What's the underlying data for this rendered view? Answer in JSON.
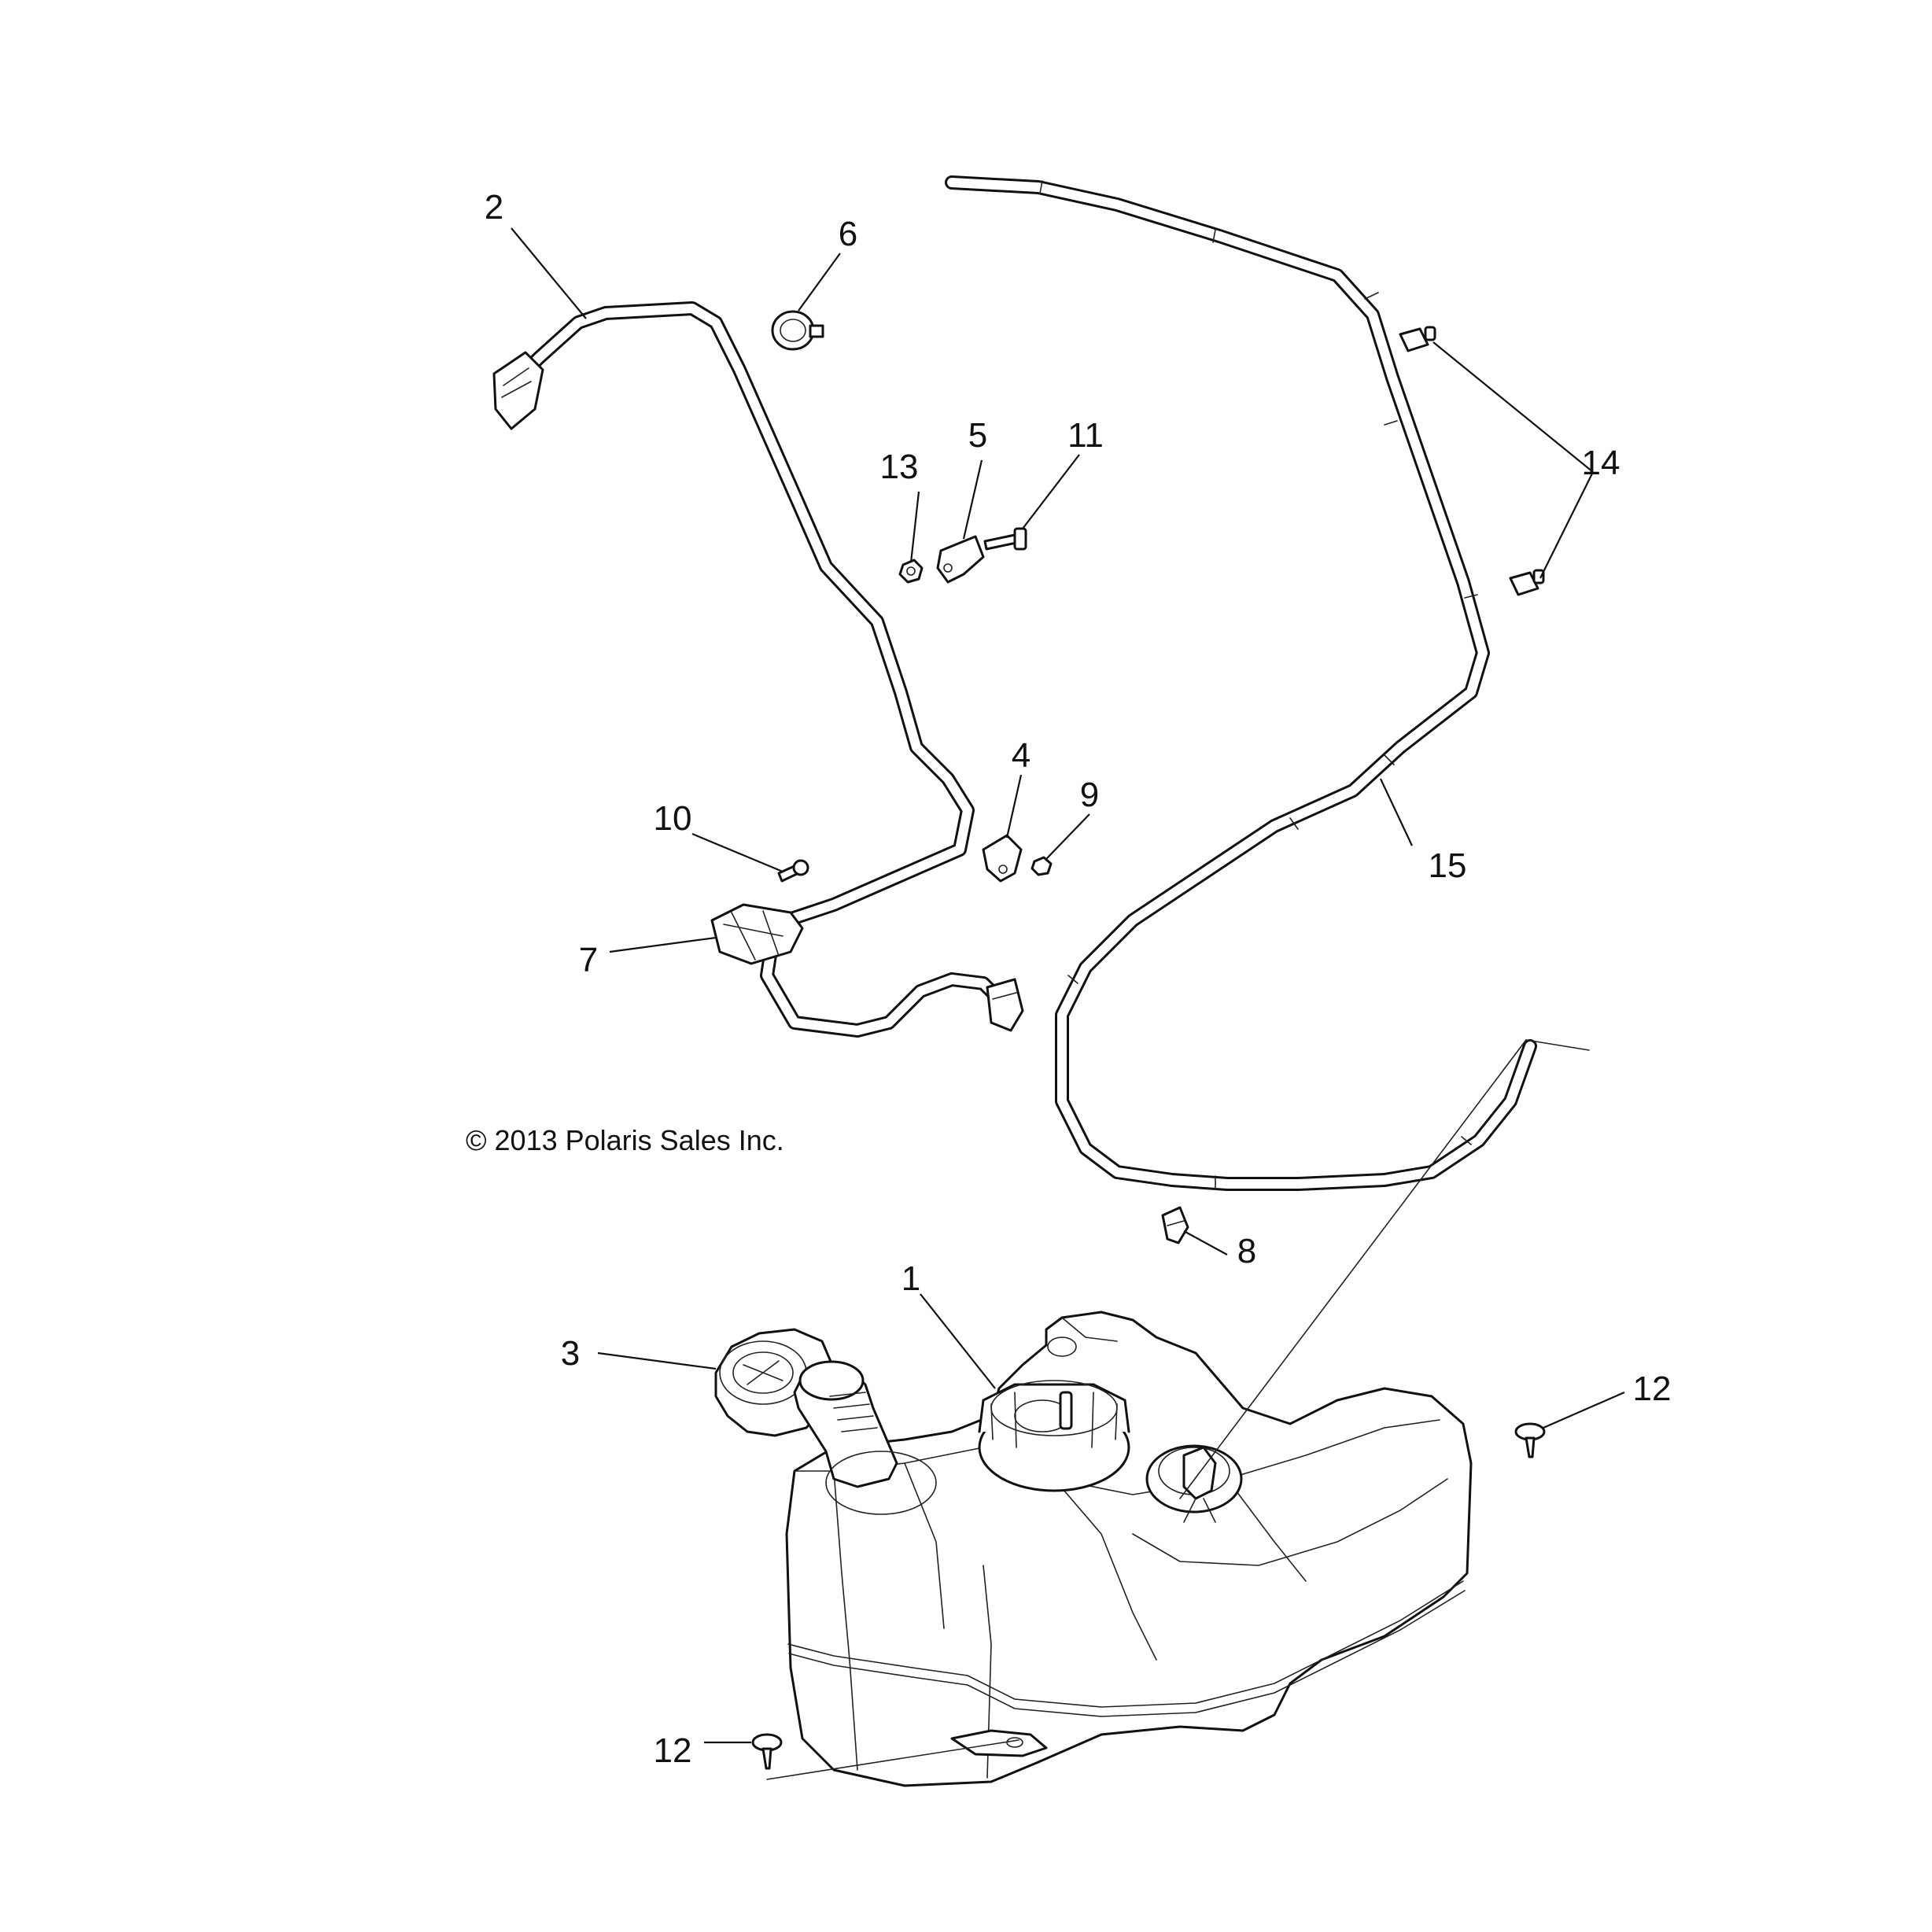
{
  "diagram": {
    "copyright": "© 2013 Polaris Sales Inc.",
    "callouts": [
      "1",
      "2",
      "3",
      "4",
      "5",
      "6",
      "7",
      "8",
      "9",
      "10",
      "11",
      "12",
      "12",
      "13",
      "14",
      "15"
    ]
  }
}
